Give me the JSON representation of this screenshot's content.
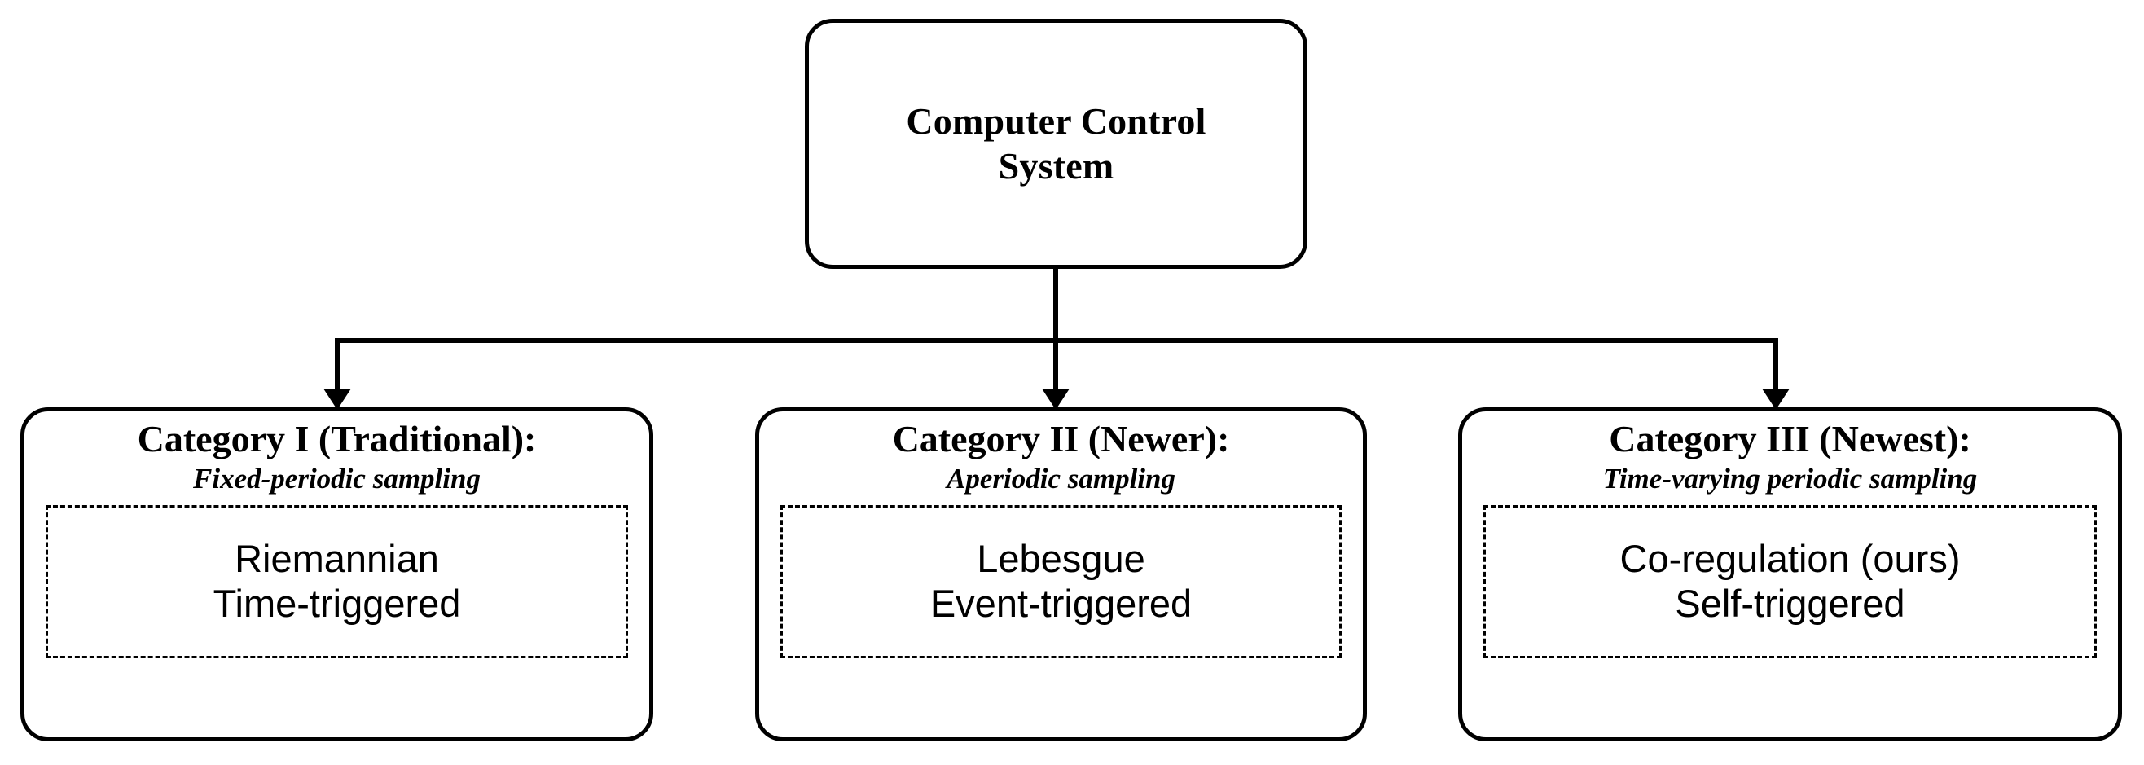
{
  "diagram": {
    "root": {
      "title": "Computer Control\nSystem"
    },
    "categories": [
      {
        "title": "Category I (Traditional):",
        "subtitle": "Fixed-periodic sampling",
        "items": [
          "Riemannian",
          "Time-triggered"
        ]
      },
      {
        "title": "Category II (Newer):",
        "subtitle": "Aperiodic sampling",
        "items": [
          "Lebesgue",
          "Event-triggered"
        ]
      },
      {
        "title": "Category III (Newest):",
        "subtitle": "Time-varying periodic sampling",
        "items": [
          "Co-regulation (ours)",
          "Self-triggered"
        ]
      }
    ],
    "colors": {
      "stroke": "#000000",
      "background": "#ffffff",
      "text": "#000000"
    }
  }
}
